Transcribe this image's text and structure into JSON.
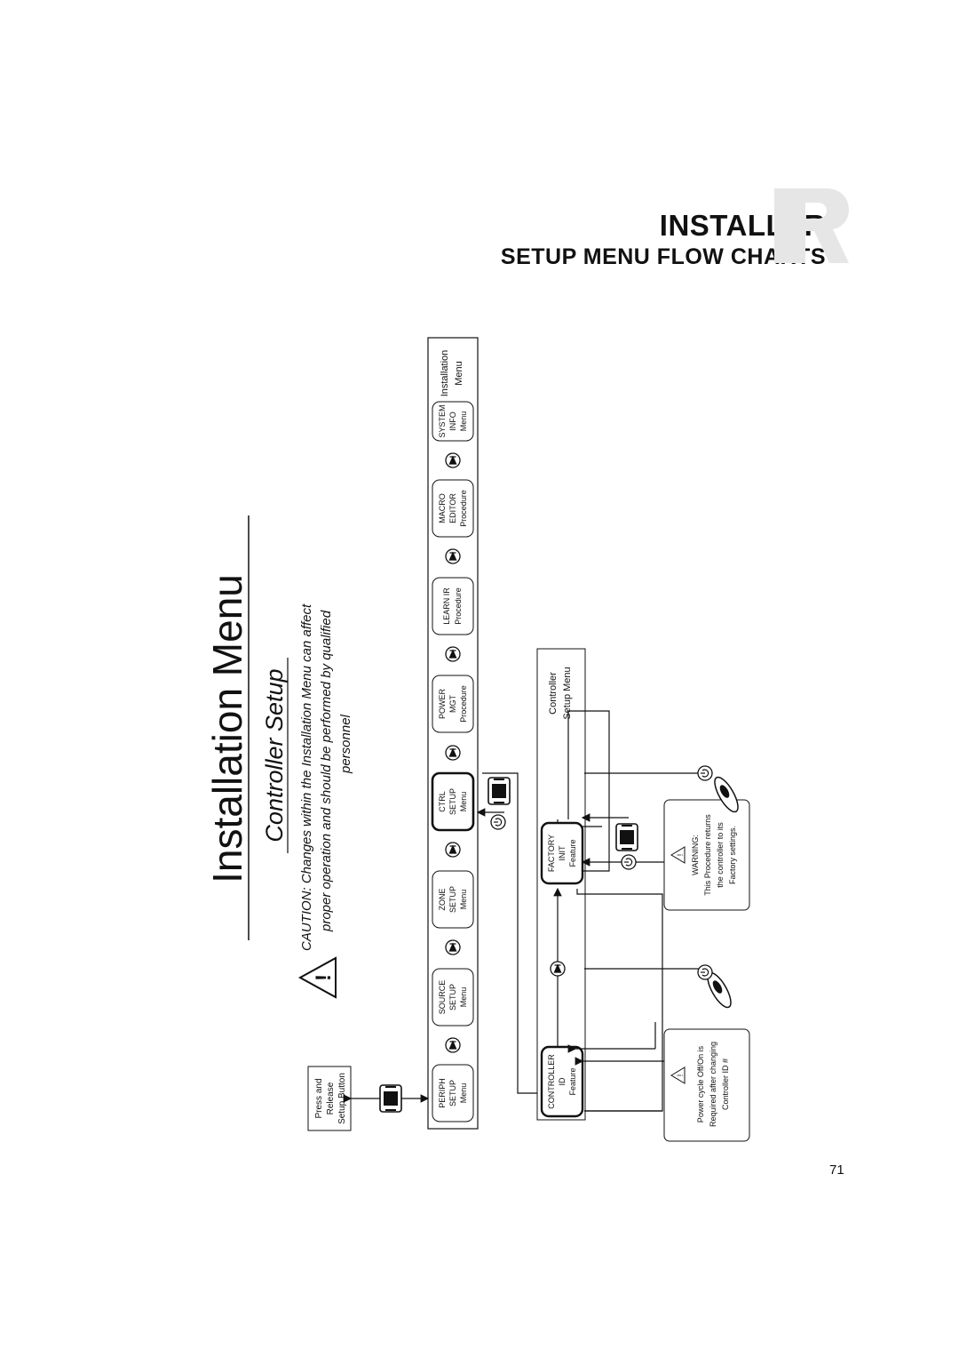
{
  "header": {
    "title": "INSTALLER",
    "subtitle": "SETUP MENU FLOW CHARTS"
  },
  "page_number": "71",
  "diagram": {
    "title": "Installation Menu",
    "subtitle": "Controller Setup",
    "caution": {
      "line1": "CAUTION: Changes within the Installation Menu can affect",
      "line2": "proper operation and should be performed by qualified",
      "line3": "personnel"
    },
    "press_release": [
      "Press and",
      "Release",
      "Setup Button"
    ],
    "install_menu_label": [
      "Installation",
      "Menu"
    ],
    "menu_items": [
      {
        "lines": [
          "PERIPH",
          "SETUP",
          "Menu"
        ]
      },
      {
        "lines": [
          "SOURCE",
          "SETUP",
          "Menu"
        ]
      },
      {
        "lines": [
          "ZONE",
          "SETUP",
          "Menu"
        ]
      },
      {
        "lines": [
          "CTRL",
          "SETUP",
          "Menu"
        ]
      },
      {
        "lines": [
          "POWER",
          "MGT",
          "Procedure"
        ]
      },
      {
        "lines": [
          "LEARN IR",
          "Procedure"
        ]
      },
      {
        "lines": [
          "MACRO",
          "EDITOR",
          "Procedure"
        ]
      },
      {
        "lines": [
          "SYSTEM",
          "INFO",
          "Menu"
        ]
      }
    ],
    "ctrl_setup_label": [
      "Controller",
      "Setup Menu"
    ],
    "controller_id": [
      "CONTROLLER",
      "ID",
      "Feature"
    ],
    "factory_init": [
      "FACTORY",
      "INIT",
      "Feature"
    ],
    "warning_factory": [
      "WARNING:",
      "This Procedure returns",
      "the controller to its",
      "Factory settings."
    ],
    "warning_power": [
      "Power cycle Off/On is",
      "Required after changing",
      "Controller ID #"
    ]
  }
}
